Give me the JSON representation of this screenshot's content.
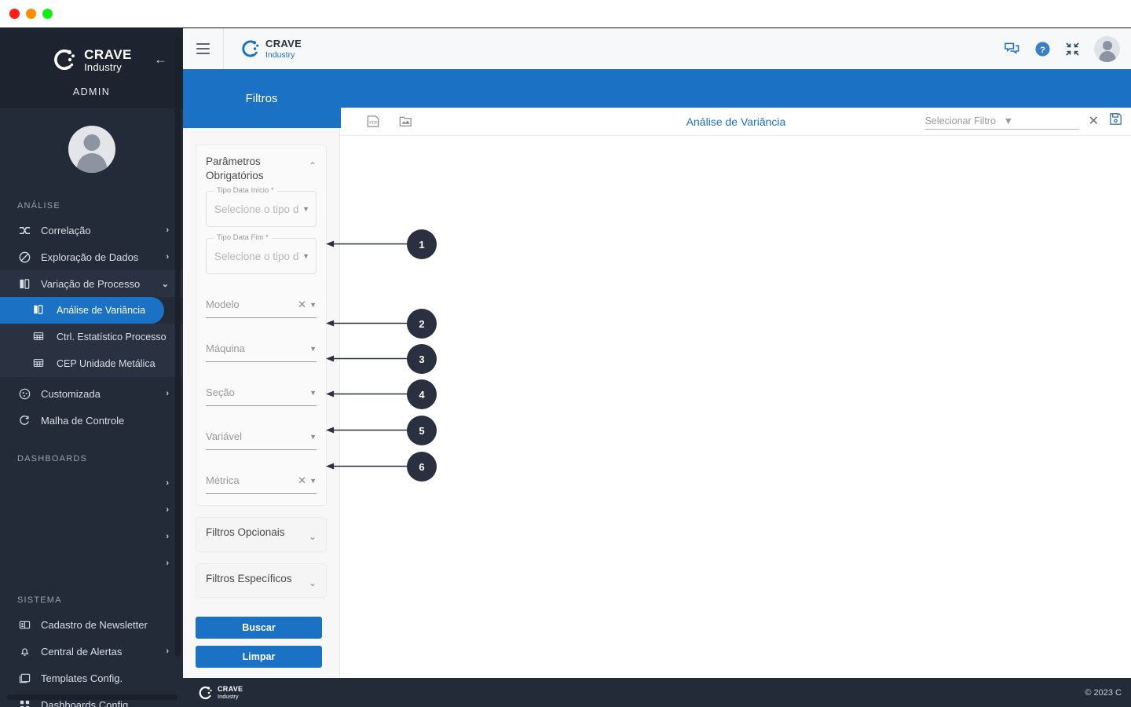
{
  "window": {
    "dots": [
      "close",
      "minimize",
      "maximize"
    ]
  },
  "sidebar": {
    "brand": {
      "line1": "CRAVE",
      "line2": "Industry"
    },
    "back_icon": "arrow-left-icon",
    "admin_label": "ADMIN",
    "sections": [
      {
        "title": "ANÁLISE",
        "items": [
          {
            "label": "Correlação",
            "icon": "correlation-icon",
            "chevron": "›"
          },
          {
            "label": "Exploração de Dados",
            "icon": "explore-icon",
            "chevron": "›"
          },
          {
            "label": "Variação de Processo",
            "icon": "variation-icon",
            "chevron": "⌄",
            "expanded": true
          },
          {
            "label": "Customizada",
            "icon": "custom-icon",
            "chevron": "›"
          },
          {
            "label": "Malha de Controle",
            "icon": "control-loop-icon",
            "chevron": ""
          }
        ],
        "subitems": [
          {
            "label": "Análise de Variância",
            "icon": "variance-icon",
            "active": true
          },
          {
            "label": "Ctrl. Estatístico Processo",
            "icon": "table-icon",
            "active": false
          },
          {
            "label": "CEP Unidade Metálica",
            "icon": "table-icon",
            "active": false
          }
        ]
      },
      {
        "title": "DASHBOARDS",
        "blanks": [
          "›",
          "›",
          "›",
          "›"
        ]
      },
      {
        "title": "SISTEMA",
        "items": [
          {
            "label": "Cadastro de Newsletter",
            "icon": "newsletter-icon",
            "chevron": ""
          },
          {
            "label": "Central de Alertas",
            "icon": "bell-icon",
            "chevron": "›"
          },
          {
            "label": "Templates Config.",
            "icon": "templates-icon",
            "chevron": ""
          },
          {
            "label": "Dashboards Config.",
            "icon": "dashboards-icon",
            "chevron": ""
          }
        ]
      }
    ]
  },
  "topbar": {
    "menu_icon": "hamburger-icon",
    "brand": {
      "line1": "CRAVE",
      "line2": "Industry"
    },
    "icons": [
      "chat-icon",
      "help-icon",
      "fullscreen-exit-icon"
    ],
    "avatar": "user-avatar"
  },
  "banner": {
    "filters_title": "Filtros"
  },
  "filters": {
    "mandatory": {
      "title": "Parâmetros Obrigatórios",
      "chevron": "⌃",
      "fields": [
        {
          "label": "Tipo Data Início *",
          "placeholder": "Selecione o tipo d",
          "clearable": false
        },
        {
          "label": "Tipo Data Fim *",
          "placeholder": "Selecione o tipo d",
          "clearable": false
        }
      ],
      "selects": [
        {
          "label": "Modelo",
          "clearable": true
        },
        {
          "label": "Máquina",
          "clearable": false
        },
        {
          "label": "Seção",
          "clearable": false
        },
        {
          "label": "Variável",
          "clearable": false
        },
        {
          "label": "Métrica",
          "clearable": true
        }
      ]
    },
    "accordions": [
      {
        "title": "Filtros Opcionais",
        "chevron": "⌄"
      },
      {
        "title": "Filtros Específicos",
        "chevron": "⌄"
      }
    ],
    "buttons": {
      "search": "Buscar",
      "clear": "Limpar"
    }
  },
  "content": {
    "export_icons": [
      "export-pdf-icon",
      "export-image-icon"
    ],
    "title": "Análise de Variância",
    "filter_select": {
      "placeholder": "Selecionar Filtro"
    },
    "clear_icon": "close-icon",
    "save_icon": "save-icon"
  },
  "annotations": [
    {
      "number": "1"
    },
    {
      "number": "2"
    },
    {
      "number": "3"
    },
    {
      "number": "4"
    },
    {
      "number": "5"
    },
    {
      "number": "6"
    }
  ],
  "footer": {
    "brand": {
      "line1": "CRAVE",
      "line2": "Industry"
    },
    "copyright": "© 2023 C"
  }
}
